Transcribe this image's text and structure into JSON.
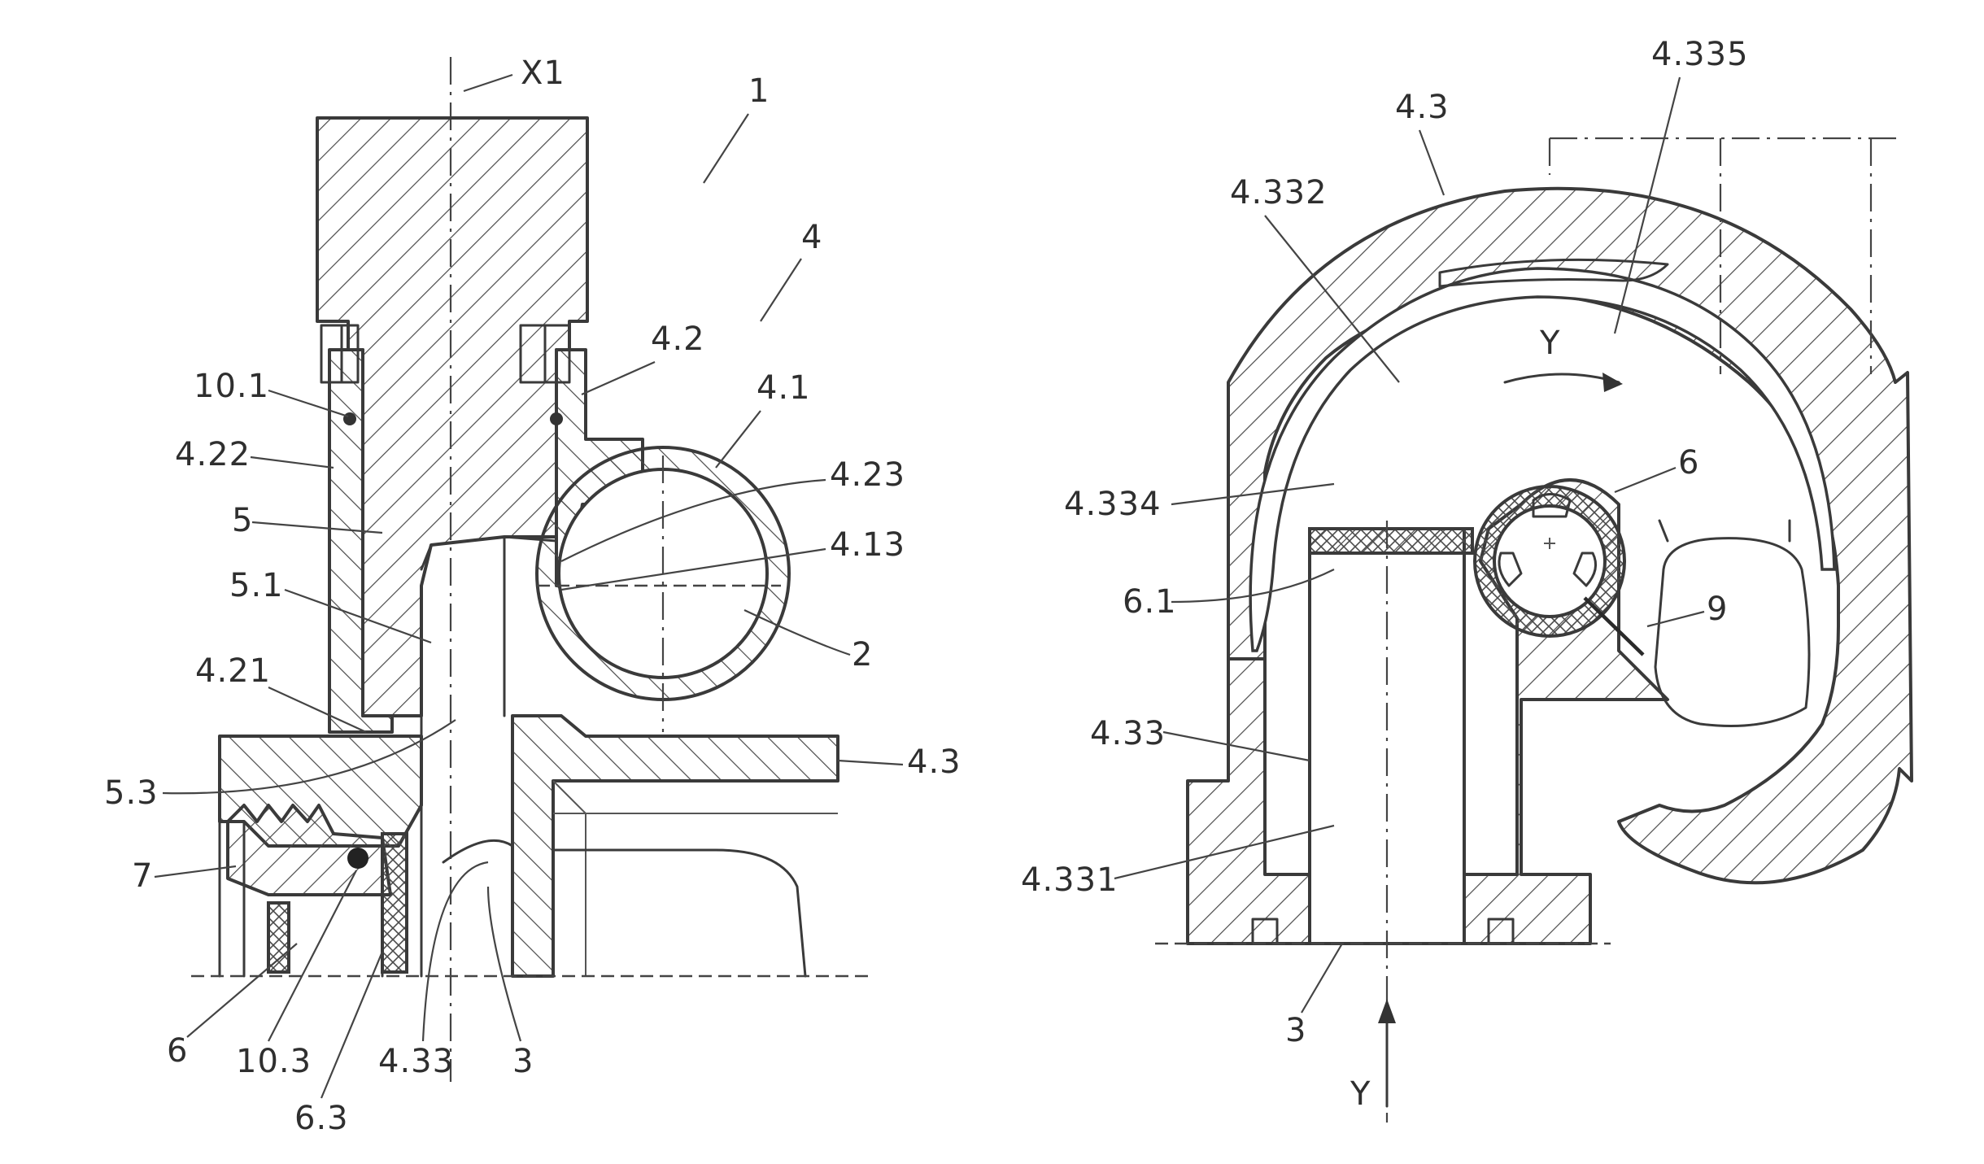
{
  "figure_left": {
    "labels": {
      "axis": "X1",
      "ref_1": "1",
      "ref_4": "4",
      "ref_10_1": "10.1",
      "ref_4_22": "4.22",
      "ref_5": "5",
      "ref_5_1": "5.1",
      "ref_4_21": "4.21",
      "ref_5_3": "5.3",
      "ref_7": "7",
      "ref_6": "6",
      "ref_10_3": "10.3",
      "ref_6_3": "6.3",
      "ref_4_33": "4.33",
      "ref_3": "3",
      "ref_4_3": "4.3",
      "ref_2": "2",
      "ref_4_13": "4.13",
      "ref_4_23": "4.23",
      "ref_4_1": "4.1",
      "ref_4_2": "4.2"
    }
  },
  "figure_right": {
    "labels": {
      "ref_4_335": "4.335",
      "ref_4_3": "4.3",
      "ref_4_332": "4.332",
      "rotation_y": "Y",
      "ref_6": "6",
      "ref_4_334": "4.334",
      "ref_6_1": "6.1",
      "ref_9": "9",
      "ref_4_33": "4.33",
      "ref_4_331": "4.331",
      "ref_3": "3",
      "section_y": "Y"
    }
  }
}
